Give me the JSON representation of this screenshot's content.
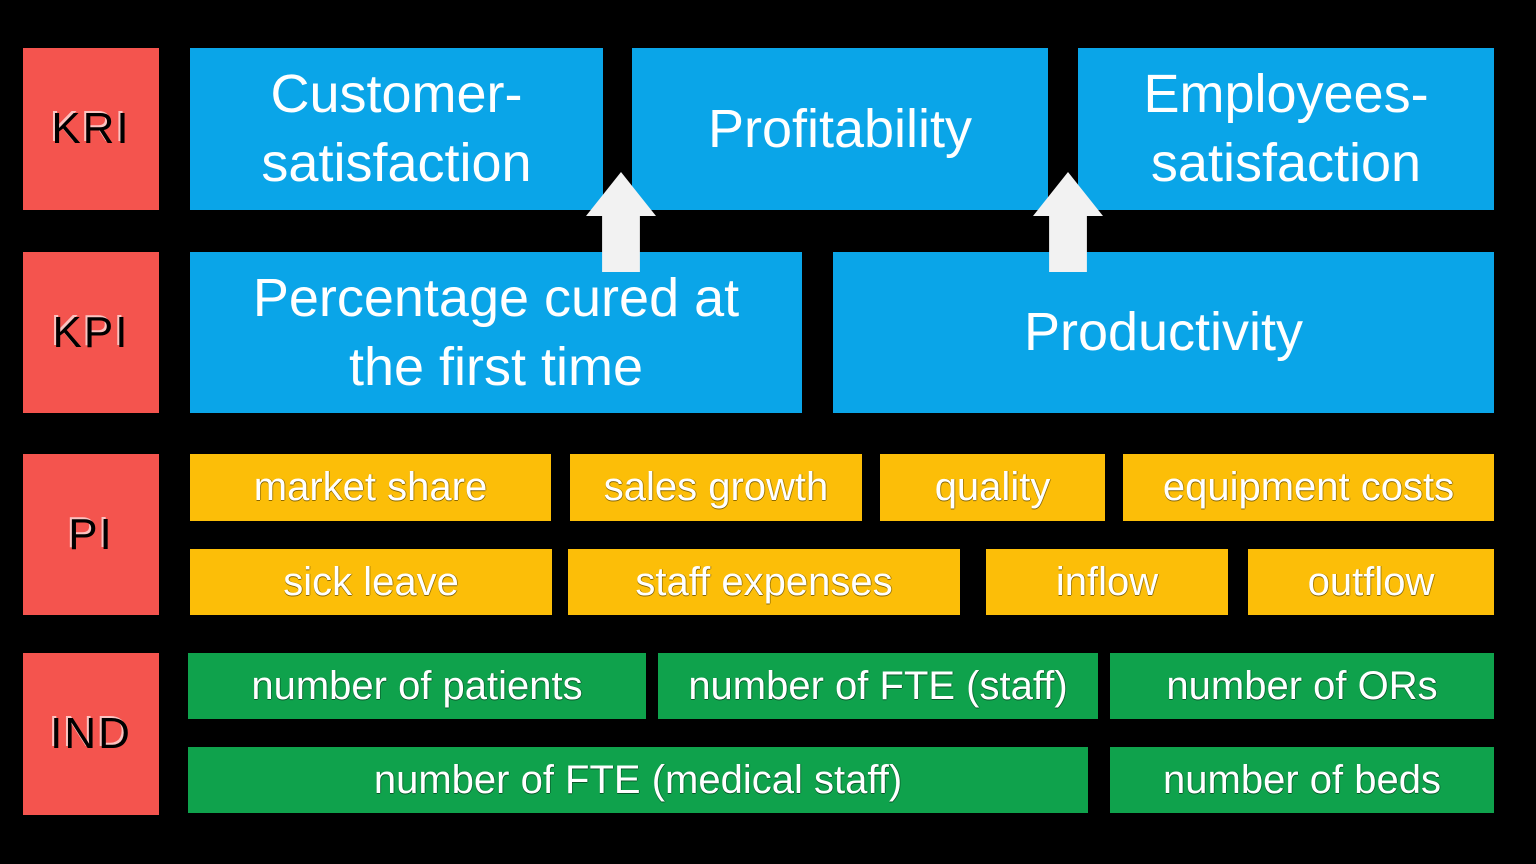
{
  "diagram": {
    "colors": {
      "background": "#000000",
      "category_red": "#F4544E",
      "indicator_blue": "#0AA5E8",
      "performance_yellow": "#FCBE08",
      "base_green": "#0FA24C",
      "arrow_gray": "#F2F2F2"
    },
    "category_labels": {
      "kri": "KRI",
      "kpi": "KPI",
      "pi": "PI",
      "ind": "IND"
    },
    "kri_row": [
      "Customer-\nsatisfaction",
      "Profitability",
      "Employees-\nsatisfaction"
    ],
    "kpi_row": [
      "Percentage cured at\nthe first time",
      "Productivity"
    ],
    "pi_row_top": [
      "market share",
      "sales growth",
      "quality",
      "equipment costs"
    ],
    "pi_row_bottom": [
      "sick leave",
      "staff expenses",
      "inflow",
      "outflow"
    ],
    "ind_row_top": [
      "number of patients",
      "number of FTE (staff)",
      "number of ORs"
    ],
    "ind_row_bottom": [
      "number of FTE (medical staff)",
      "number of beds"
    ],
    "arrow_icon": "up-arrow"
  }
}
